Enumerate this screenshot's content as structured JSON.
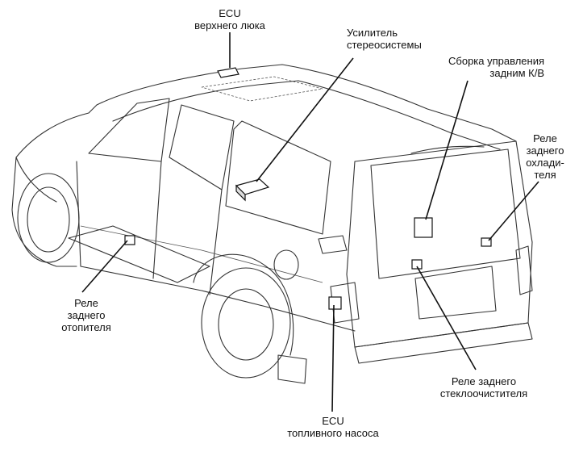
{
  "labels": {
    "ecu_sunroof": [
      "ECU",
      "верхнего люка"
    ],
    "stereo_amp": [
      "Усилитель",
      "стереосистемы"
    ],
    "rear_ac_control": [
      "Сборка управления",
      "задним К/В"
    ],
    "rear_cooler_relay": [
      "Реле",
      "заднего",
      "охлади-",
      "теля"
    ],
    "rear_heater_relay": [
      "Реле",
      "заднего",
      "отопителя"
    ],
    "rear_wiper_relay": [
      "Реле заднего",
      "стеклоочистителя"
    ],
    "fuel_pump_ecu": [
      "ECU",
      "топливного насоса"
    ]
  }
}
